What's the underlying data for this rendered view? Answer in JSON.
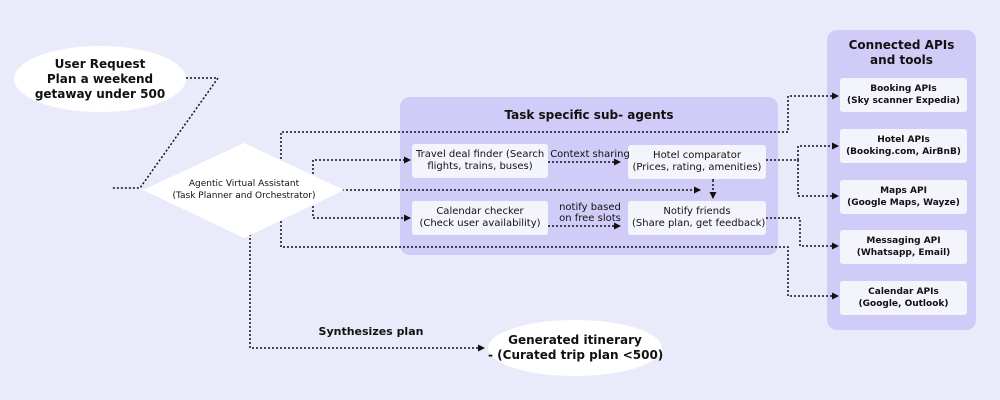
{
  "diagram": {
    "user_request": {
      "line1": "User Request",
      "line2": "Plan a weekend",
      "line3": "getaway under 500"
    },
    "orchestrator": {
      "line1": "Agentic Virtual Assistant",
      "line2": "(Task Planner and Orchestrator)"
    },
    "sub_agents_panel": {
      "title": "Task specific sub- agents"
    },
    "agents": [
      {
        "line1": "Travel deal finder (Search",
        "line2": "flights, trains, buses)"
      },
      {
        "line1": "Hotel comparator",
        "line2": "(Prices, rating, amenities)"
      },
      {
        "line1": "Calendar checker",
        "line2": "(Check user availability)"
      },
      {
        "line1": "Notify friends",
        "line2": "(Share plan, get feedback)"
      }
    ],
    "edge_labels": {
      "context_sharing": "Context sharing",
      "notify_line1": "notify based",
      "notify_line2": "on free slots",
      "synthesizes": "Synthesizes plan"
    },
    "apis_panel": {
      "title_line1": "Connected APIs",
      "title_line2": "and tools"
    },
    "apis": [
      {
        "line1": "Booking APIs",
        "line2": "(Sky scanner Expedia)"
      },
      {
        "line1": "Hotel APIs",
        "line2": "(Booking.com, AirBnB)"
      },
      {
        "line1": "Maps API",
        "line2": "(Google Maps, Wayze)"
      },
      {
        "line1": "Messaging API",
        "line2": "(Whatsapp, Email)"
      },
      {
        "line1": "Calendar APIs",
        "line2": "(Google, Outlook)"
      }
    ],
    "output": {
      "line1": "Generated itinerary",
      "line2": "- (Curated trip plan <500)"
    },
    "colors": {
      "background": "#e9ebfb",
      "panel": "#d0ccf7",
      "box": "#f4f4fd",
      "oval": "#ffffff",
      "line": "#111111"
    }
  }
}
